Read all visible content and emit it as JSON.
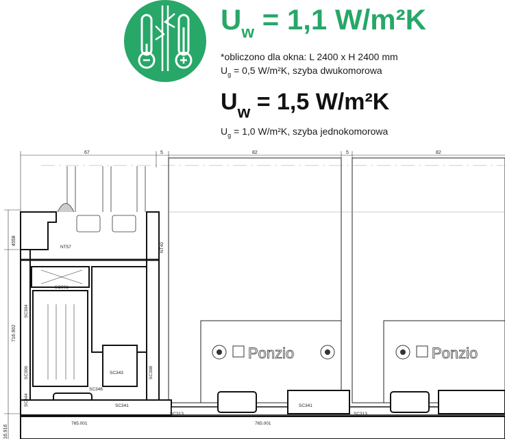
{
  "header": {
    "primary": {
      "symbol": "U",
      "sub": "w",
      "value": "= 1,1 W/m²K"
    },
    "note": "*obliczono dla okna: L 2400 x  H 2400 mm",
    "ug_primary": {
      "symbol": "U",
      "sub": "g",
      "text": "= 0,5 W/m²K, szyba dwukomorowa"
    },
    "secondary": {
      "symbol": "U",
      "sub": "w",
      "value": "= 1,5 W/m²K"
    },
    "ug_secondary": {
      "symbol": "U",
      "sub": "g",
      "text": "= 1,0 W/m²K, szyba jednokomorowa"
    }
  },
  "icon": {
    "name": "thermal-insulation-icon",
    "color": "#27a768"
  },
  "drawing": {
    "dimensions_top": [
      "67",
      "5",
      "82",
      "5",
      "82"
    ],
    "dimensions_left": [
      "4558",
      "716.902",
      "16.916"
    ],
    "part_labels": [
      "NT57",
      "NT40",
      "SC001",
      "SC304",
      "SC306",
      "SC343",
      "SC346",
      "SC344",
      "SC341",
      "SC313",
      "SC341",
      "SC313",
      "SC308"
    ],
    "profile_codes": [
      "765.001",
      "765.001"
    ],
    "brand": [
      "Ponzio",
      "Ponzio"
    ]
  }
}
